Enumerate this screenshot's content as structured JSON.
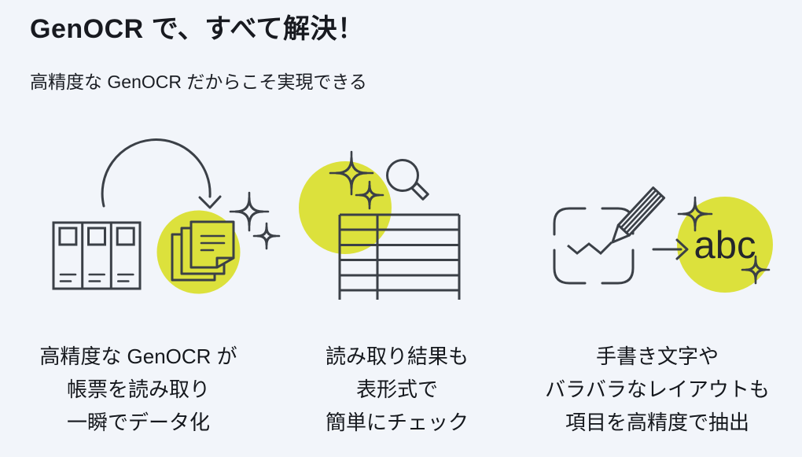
{
  "colors": {
    "background": "#f2f5fa",
    "accent_yellow": "#dce13c",
    "line": "#3b4047",
    "text": "#15181d"
  },
  "header": {
    "title": "GenOCR で、すべて解決！",
    "subtitle": "高精度な GenOCR だからこそ実現できる"
  },
  "features": [
    {
      "icon": "binders-to-documents-icon",
      "caption_lines": [
        "高精度な GenOCR が",
        "帳票を読み取り",
        "一瞬でデータ化"
      ]
    },
    {
      "icon": "table-check-icon",
      "caption_lines": [
        "読み取り結果も",
        "表形式で",
        "簡単にチェック"
      ]
    },
    {
      "icon": "handwriting-to-text-icon",
      "caption_lines": [
        "手書き文字や",
        "バラバラなレイアウトも",
        "項目を高精度で抽出"
      ],
      "result_label": "abc"
    }
  ]
}
